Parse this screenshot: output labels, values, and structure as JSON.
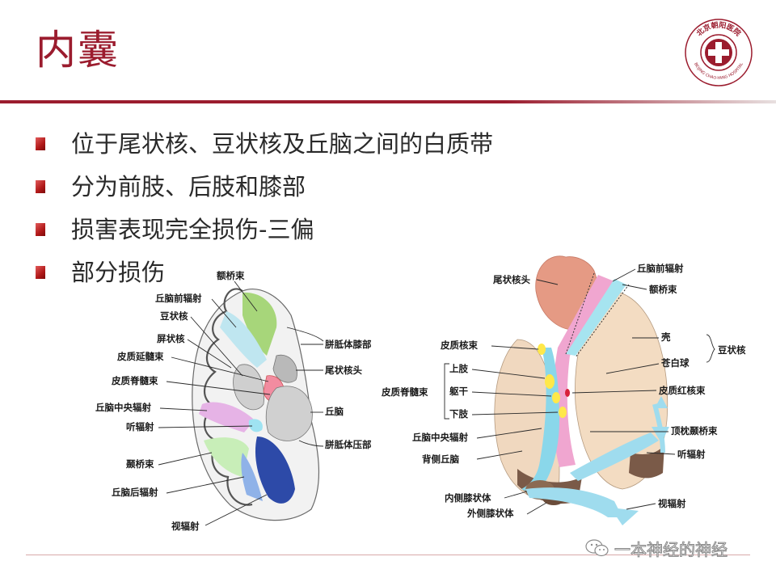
{
  "slide": {
    "title": "内囊",
    "bullets": [
      "位于尾状核、豆状核及丘脑之间的白质带",
      "分为前肢、后肢和膝部",
      "损害表现完全损伤-三偏",
      "部分损伤"
    ],
    "accent_color": "#9b1c2e"
  },
  "logo": {
    "top_text": "北京朝阳医院",
    "bottom_text": "BEIJING CHAO-YANG HOSPITAL"
  },
  "left_diagram": {
    "labels": {
      "e_qiao_shu": "额桥束",
      "qiu_nao_qian_fu_she": "丘脑前辐射",
      "dou_zhuang_he": "豆状核",
      "ping_zhuang_he": "屏状核",
      "pi_zhi_yan_sui_shu": "皮质延髓束",
      "pi_zhi_ji_sui_shu": "皮质脊髓束",
      "qiu_nao_zhong_yang_fu_she": "丘脑中央辐射",
      "ting_fu_she": "听辐射",
      "nie_qiao_shu": "颞桥束",
      "qiu_nao_hou_fu_she": "丘脑后辐射",
      "shi_fu_she": "视辐射",
      "pian_zhi_ti_xi": "胼胝体膝部",
      "wei_zhuang_he_tou": "尾状核头",
      "qiu_nao": "丘脑",
      "pian_zhi_ti_ya": "胼胝体压部"
    }
  },
  "right_diagram": {
    "labels": {
      "wei_zhuang_he_tou": "尾状核头",
      "qiu_nao_qian_fu_she": "丘脑前辐射",
      "e_qiao_shu": "额桥束",
      "qiao": "壳",
      "dou_zhuang_he": "豆状核",
      "cang_bai_qiu": "苍白球",
      "pi_zhi_he_shu": "皮质核束",
      "shang_zhi": "上肢",
      "qu_gan": "躯干",
      "xia_zhi": "下肢",
      "pi_zhi_ji_sui_shu": "皮质脊髓束",
      "pi_zhi_hong_he_shu": "皮质红核束",
      "ding_zhen_nie_qiao_shu": "顶枕颞桥束",
      "qiu_nao_zhong_yang_fu_she": "丘脑中央辐射",
      "bei_ce_qiu_nao": "背侧丘脑",
      "ting_fu_she": "听辐射",
      "nei_ce_xi_zhuang_ti": "内侧膝状体",
      "wai_ce_xi_zhuang_ti": "外侧膝状体",
      "shi_fu_she": "视辐射"
    }
  },
  "watermark": {
    "text": "一本神经的神经",
    "icon": "wechat-icon"
  }
}
